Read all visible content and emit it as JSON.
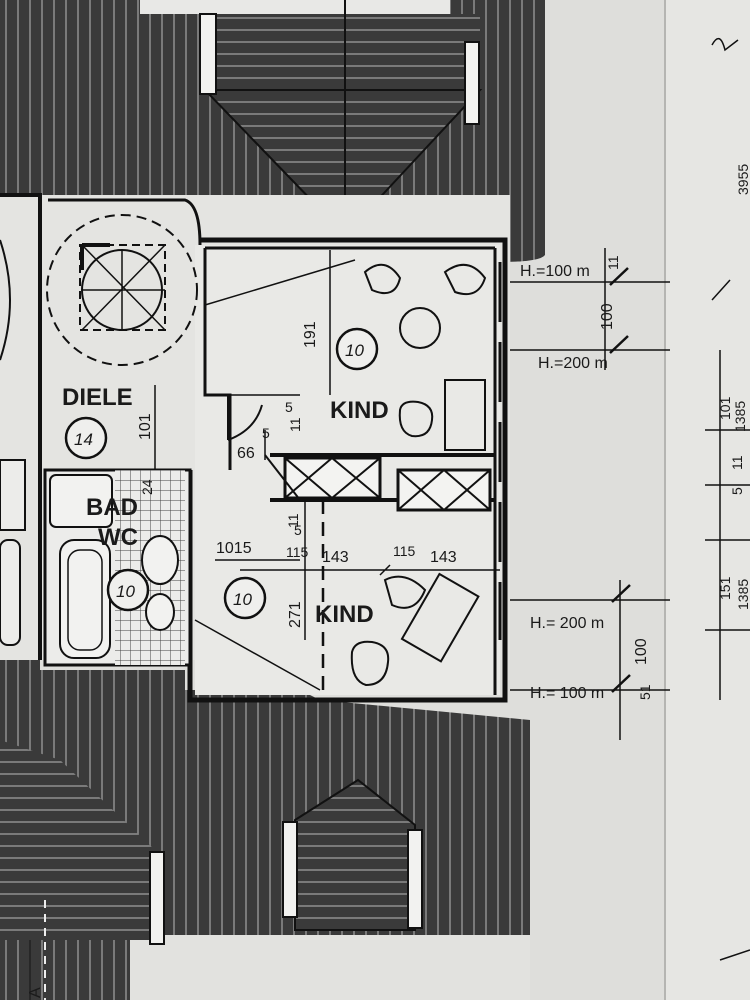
{
  "rooms": {
    "diele": "DIELE",
    "bad": "BAD",
    "wc": "WC",
    "kind_upper": "KIND",
    "kind_lower": "KIND"
  },
  "room_numbers": {
    "diele": "14",
    "bad": "10",
    "kind_upper": "10",
    "kind_lower": "10"
  },
  "dimensions": {
    "d191": "191",
    "d101": "101",
    "d5a": "5",
    "d11a": "11",
    "d66": "66",
    "d5b": "5",
    "d24": "24",
    "d1015": "1015",
    "d115a": "115",
    "d143a": "143",
    "d115b": "115",
    "d143b": "143",
    "d271": "271",
    "d11b": "11",
    "d5c": "5"
  },
  "heights": {
    "h_upper_1": "H.=100 m",
    "h_upper_2": "H.=200 m",
    "h_lower_1": "H.= 200 m",
    "h_lower_2": "H.= 100 m",
    "v100_upper": "100",
    "v11_upper": "11",
    "v100_lower": "100",
    "v51_lower": "51"
  },
  "side_dims": {
    "s101": "101",
    "s1385a": "1385",
    "s151": "151",
    "s1385b": "1385",
    "s5": "5",
    "s11": "11",
    "s3955": "3955"
  },
  "edge_marker": "A"
}
